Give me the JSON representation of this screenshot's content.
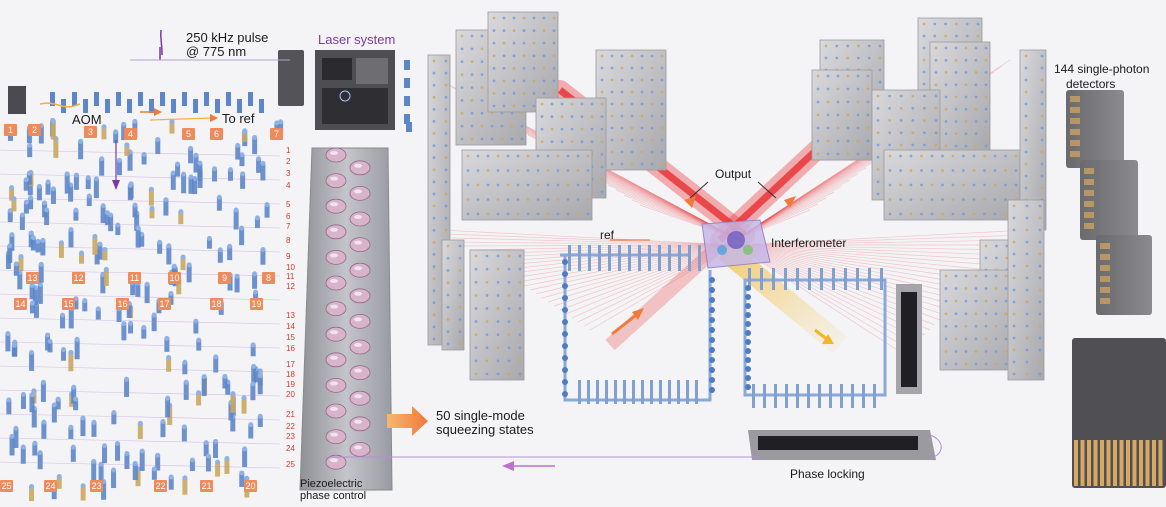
{
  "labels": {
    "pulse_line1": "250 kHz pulse",
    "pulse_line2": "@ 775 nm",
    "laser_system": "Laser system",
    "aom": "AOM",
    "to_ref": "To ref",
    "output": "Output",
    "interferometer": "Interferometer",
    "ref": "ref",
    "detectors_line1": "144 single-photon",
    "detectors_line2": "detectors",
    "squeezing_line1": "50 single-mode",
    "squeezing_line2": "squeezing states",
    "phase_locking": "Phase locking",
    "piezo_line1": "Piezoelectric",
    "piezo_line2": "phase control"
  },
  "source_tags": [
    "1",
    "2",
    "3",
    "4",
    "5",
    "6",
    "7",
    "13",
    "12",
    "11",
    "10",
    "9",
    "8",
    "14",
    "15",
    "16",
    "17",
    "18",
    "19",
    "25",
    "24",
    "23",
    "22",
    "21",
    "20"
  ],
  "channel_numbers": [
    "1",
    "2",
    "3",
    "4",
    "5",
    "6",
    "7",
    "8",
    "9",
    "10",
    "11",
    "12",
    "13",
    "14",
    "15",
    "16",
    "17",
    "18",
    "19",
    "20",
    "21",
    "22",
    "23",
    "24",
    "25"
  ],
  "colors": {
    "beam_red": "#e8262a",
    "beam_yellow": "#f3b52a",
    "orange_arrow": "#f07a3a",
    "purple": "#7a3aa0",
    "tag_orange": "#f08a5a",
    "optics_blue": "#5d86c8"
  }
}
